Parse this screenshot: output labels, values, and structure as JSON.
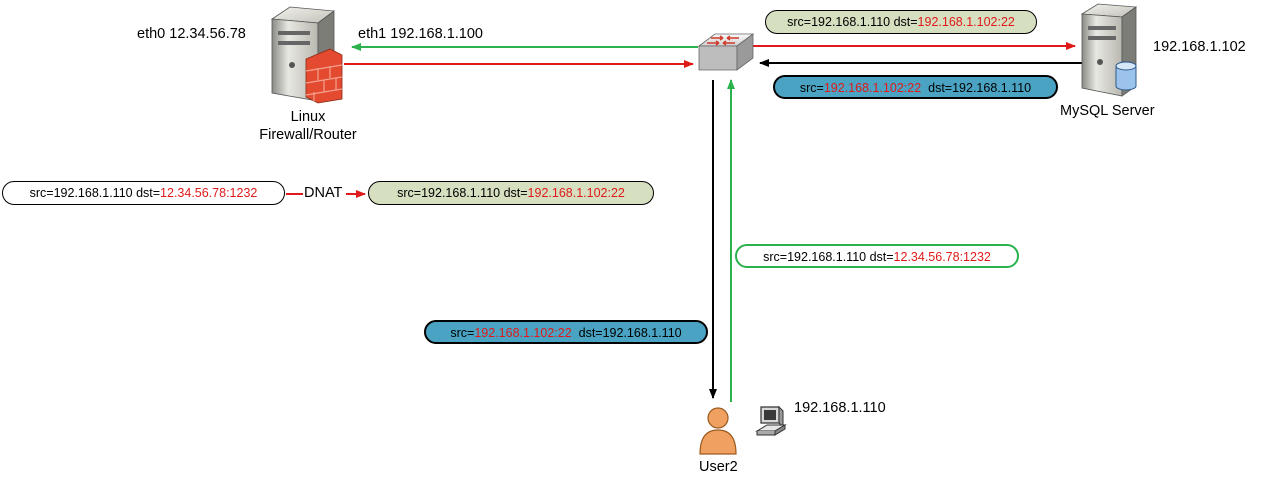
{
  "router": {
    "name_line1": "Linux",
    "name_line2": "Firewall/Router",
    "eth0": "eth0 12.34.56.78",
    "eth1": "eth1 192.168.1.100"
  },
  "mysql": {
    "name": "MySQL Server",
    "ip": "192.168.1.102"
  },
  "user": {
    "name": "User2",
    "ip": "192.168.1.110"
  },
  "dnat": {
    "before": {
      "src": "src=192.168.1.110 dst=",
      "dst": "12.34.56.78:1232"
    },
    "label": "DNAT",
    "after": {
      "src": "src=192.168.1.110  dst=",
      "dst": "192.168.1.102:22"
    }
  },
  "packets": {
    "switch_to_mysql": {
      "src": "src=192.168.1.110  dst=",
      "dst": "192.168.1.102:22"
    },
    "mysql_to_switch": {
      "src_label": "src=",
      "src": "192.168.1.102:22",
      "dst": "  dst=192.168.1.110"
    },
    "user_to_switch": {
      "src": "src=192.168.1.110 dst=",
      "dst": "12.34.56.78:1232"
    },
    "switch_to_user": {
      "src_label": "src=",
      "src": "192.168.1.102:22",
      "dst": "  dst=192.168.1.110"
    }
  },
  "colors": {
    "forward_arrow": "#e01a1a",
    "return_arrow": "#2bb24c",
    "reply_arrow": "#000000"
  }
}
